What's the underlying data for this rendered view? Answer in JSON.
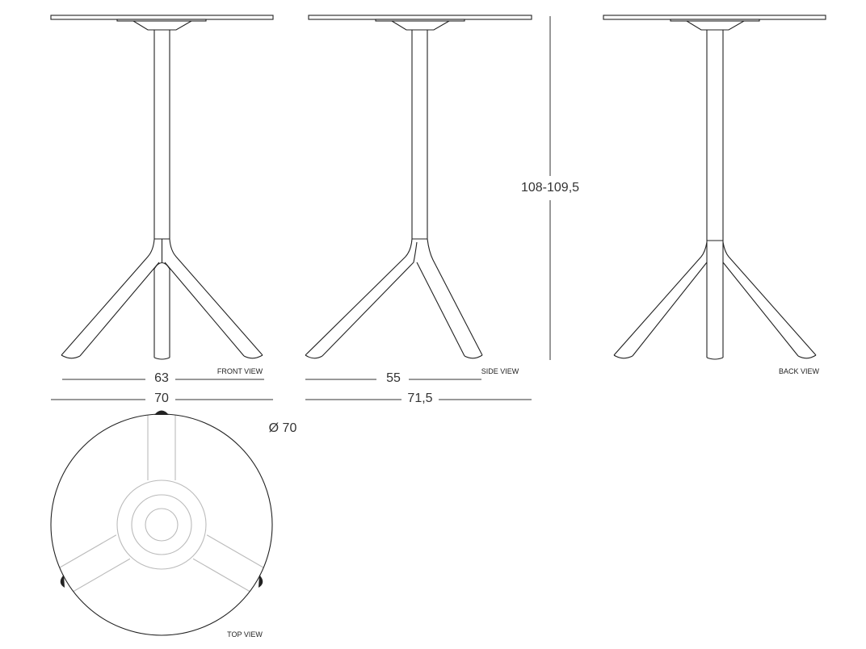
{
  "views": {
    "front": "FRONT VIEW",
    "side": "SIDE VIEW",
    "back": "BACK VIEW",
    "top": "TOP VIEW"
  },
  "dimensions": {
    "height": "108-109,5",
    "front_base": "63",
    "front_top": "70",
    "side_base": "55",
    "side_top": "71,5",
    "diameter": "Ø 70"
  }
}
